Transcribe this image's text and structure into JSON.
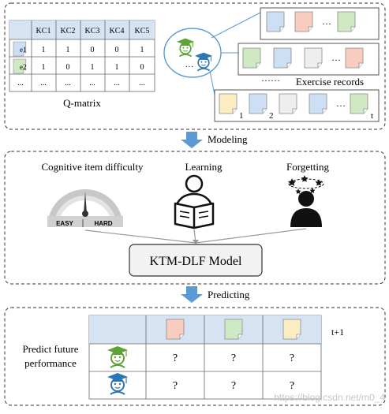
{
  "top_panel": {
    "qmatrix": {
      "headers": [
        "KC1",
        "KC2",
        "KC3",
        "KC4",
        "KC5"
      ],
      "rows": [
        {
          "label": "e1",
          "values": [
            "1",
            "1",
            "0",
            "0",
            "1"
          ]
        },
        {
          "label": "e2",
          "values": [
            "1",
            "0",
            "1",
            "1",
            "0"
          ]
        },
        {
          "label": "...",
          "values": [
            "...",
            "...",
            "...",
            "...",
            "..."
          ]
        }
      ],
      "caption": "Q-matrix"
    },
    "exercise_records_label": "Exercise records",
    "dots_short": "···",
    "dots_long": "······",
    "seq_labels": [
      "1",
      "2",
      "t"
    ]
  },
  "arrows": {
    "modeling": "Modeling",
    "predicting": "Predicting"
  },
  "middle_panel": {
    "difficulty_label": "Cognitive item difficulty",
    "gauge_easy": "EASY",
    "gauge_hard": "HARD",
    "learning_label": "Learning",
    "forgetting_label": "Forgetting",
    "model_label": "KTM-DLF Model"
  },
  "bottom_panel": {
    "predict_label_line1": "Predict future",
    "predict_label_line2": "performance",
    "t_plus_label": "t+1",
    "cells": [
      [
        "?",
        "?",
        "?"
      ],
      [
        "?",
        "?",
        "?"
      ]
    ]
  },
  "watermark": "https://blog.csdn.net/m0_4",
  "colors": {
    "note_blue": "#cddff5",
    "note_pink": "#f8cdbf",
    "note_green": "#cfe9c3",
    "note_gray": "#eeeeee",
    "note_yellow": "#fbecc2",
    "header_blue": "#d6e3f3",
    "arrow_blue": "#5b9bd5",
    "student_green": "#5ca534",
    "student_blue": "#2e75b6"
  }
}
